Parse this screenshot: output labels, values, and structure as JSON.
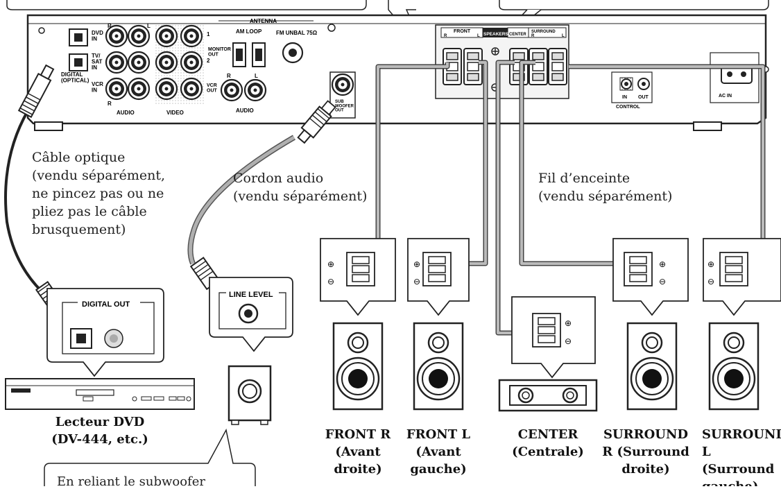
{
  "receiver": {
    "jacks": {
      "dvd_in": "DVD\nIN",
      "tv_sat_in": "TV/\nSAT\nIN",
      "vcr_in": "VCR\nIN",
      "digital_optical": "DIGITAL\n(OPTICAL)",
      "audio": "AUDIO",
      "video": "VIDEO",
      "monitor_out": "MONITOR\nOUT",
      "monitor_1": "1",
      "monitor_2": "2",
      "vcr_out": "VCR\nOUT",
      "r": "R",
      "l": "L",
      "antenna": "ANTENNA",
      "am_loop": "AM LOOP",
      "fm_unbal": "FM UNBAL 75Ω",
      "audio_out": "AUDIO",
      "sub_woofer_out": "SUB\nWOOFER\nOUT",
      "front": "FRONT",
      "speakers": "SPEAKERS",
      "center": "CENTER",
      "surround": "SURROUND",
      "control": "CONTROL",
      "control_in": "IN",
      "control_out": "OUT",
      "ac_in": "AC IN"
    }
  },
  "captions": {
    "optical_cable": "Câble optique\n(vendu séparément,\nne pincez pas ou ne\npliez pas le câble\nbrusquement)",
    "audio_cord": "Cordon audio\n(vendu séparément)",
    "speaker_wire": "Fil d’enceinte\n(vendu séparément)"
  },
  "callouts": {
    "digital_out": "DIGITAL OUT",
    "line_level": "LINE LEVEL"
  },
  "devices": {
    "dvd_player_label": "Lecteur DVD\n(DV-444, etc.)"
  },
  "speakers": [
    {
      "label": "FRONT R\n(Avant\ndroite)"
    },
    {
      "label": "FRONT L\n(Avant\ngauche)"
    },
    {
      "label": "CENTER\n(Centrale)"
    },
    {
      "label": "SURROUND\nR (Surround\ndroite)"
    },
    {
      "label": "SURROUND\nL (Surround\ngauche)"
    }
  ],
  "bottom_note": "En reliant le subwoofer",
  "colors": {
    "outline": "#222222",
    "panel_fill": "#f4f4f4",
    "cable_gray": "#b0b0b0",
    "connector_dark": "#333333"
  }
}
